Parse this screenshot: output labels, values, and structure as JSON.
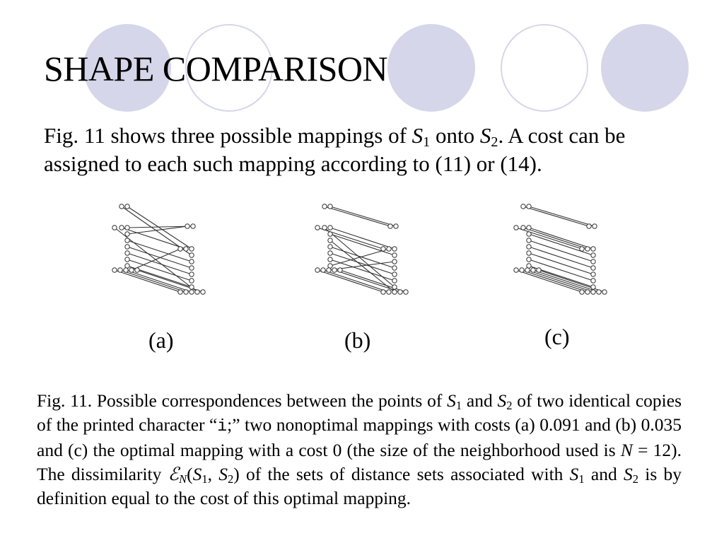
{
  "slide": {
    "title": "SHAPE COMPARISON",
    "intro": {
      "t1": "Fig. 11 shows three possible mappings of ",
      "s1": "S",
      "s1_sub": "1",
      "t2": " onto ",
      "s2": "S",
      "s2_sub": "2",
      "t3": ". A cost can be assigned to each such mapping according to (11) or (14)."
    },
    "figure": {
      "labels": [
        "(a)",
        "(b)",
        "(c)"
      ]
    },
    "caption": {
      "c1": "Fig. 11.   Possible correspondences between the points of ",
      "s1": "S",
      "s1_sub": "1",
      "c2": " and ",
      "s2": "S",
      "s2_sub": "2",
      "c3": " of two identical copies of the printed character “",
      "char": "i",
      "c4": ";” two nonoptimal mappings with costs (a) 0.091 and (b) 0.035 and (c) the optimal mapping with a cost 0 (the size of the neighborhood used is ",
      "n": "N",
      "c5": " = 12). The dissimilarity ",
      "e": "ℰ",
      "e_sub": "N",
      "c6": "(",
      "s1b": "S",
      "s1b_sub": "1",
      "c7": ", ",
      "s2b": "S",
      "s2b_sub": "2",
      "c8": ") of the sets of distance sets associated with ",
      "s1c": "S",
      "s1c_sub": "1",
      "c9": " and ",
      "s2c": "S",
      "s2c_sub": "2",
      "c10": " is by definition equal to the cost of this optimal mapping."
    }
  },
  "colors": {
    "circle_fill": "#d6d6ea",
    "circle_outline": "#d6d6ea",
    "text": "#000000"
  }
}
